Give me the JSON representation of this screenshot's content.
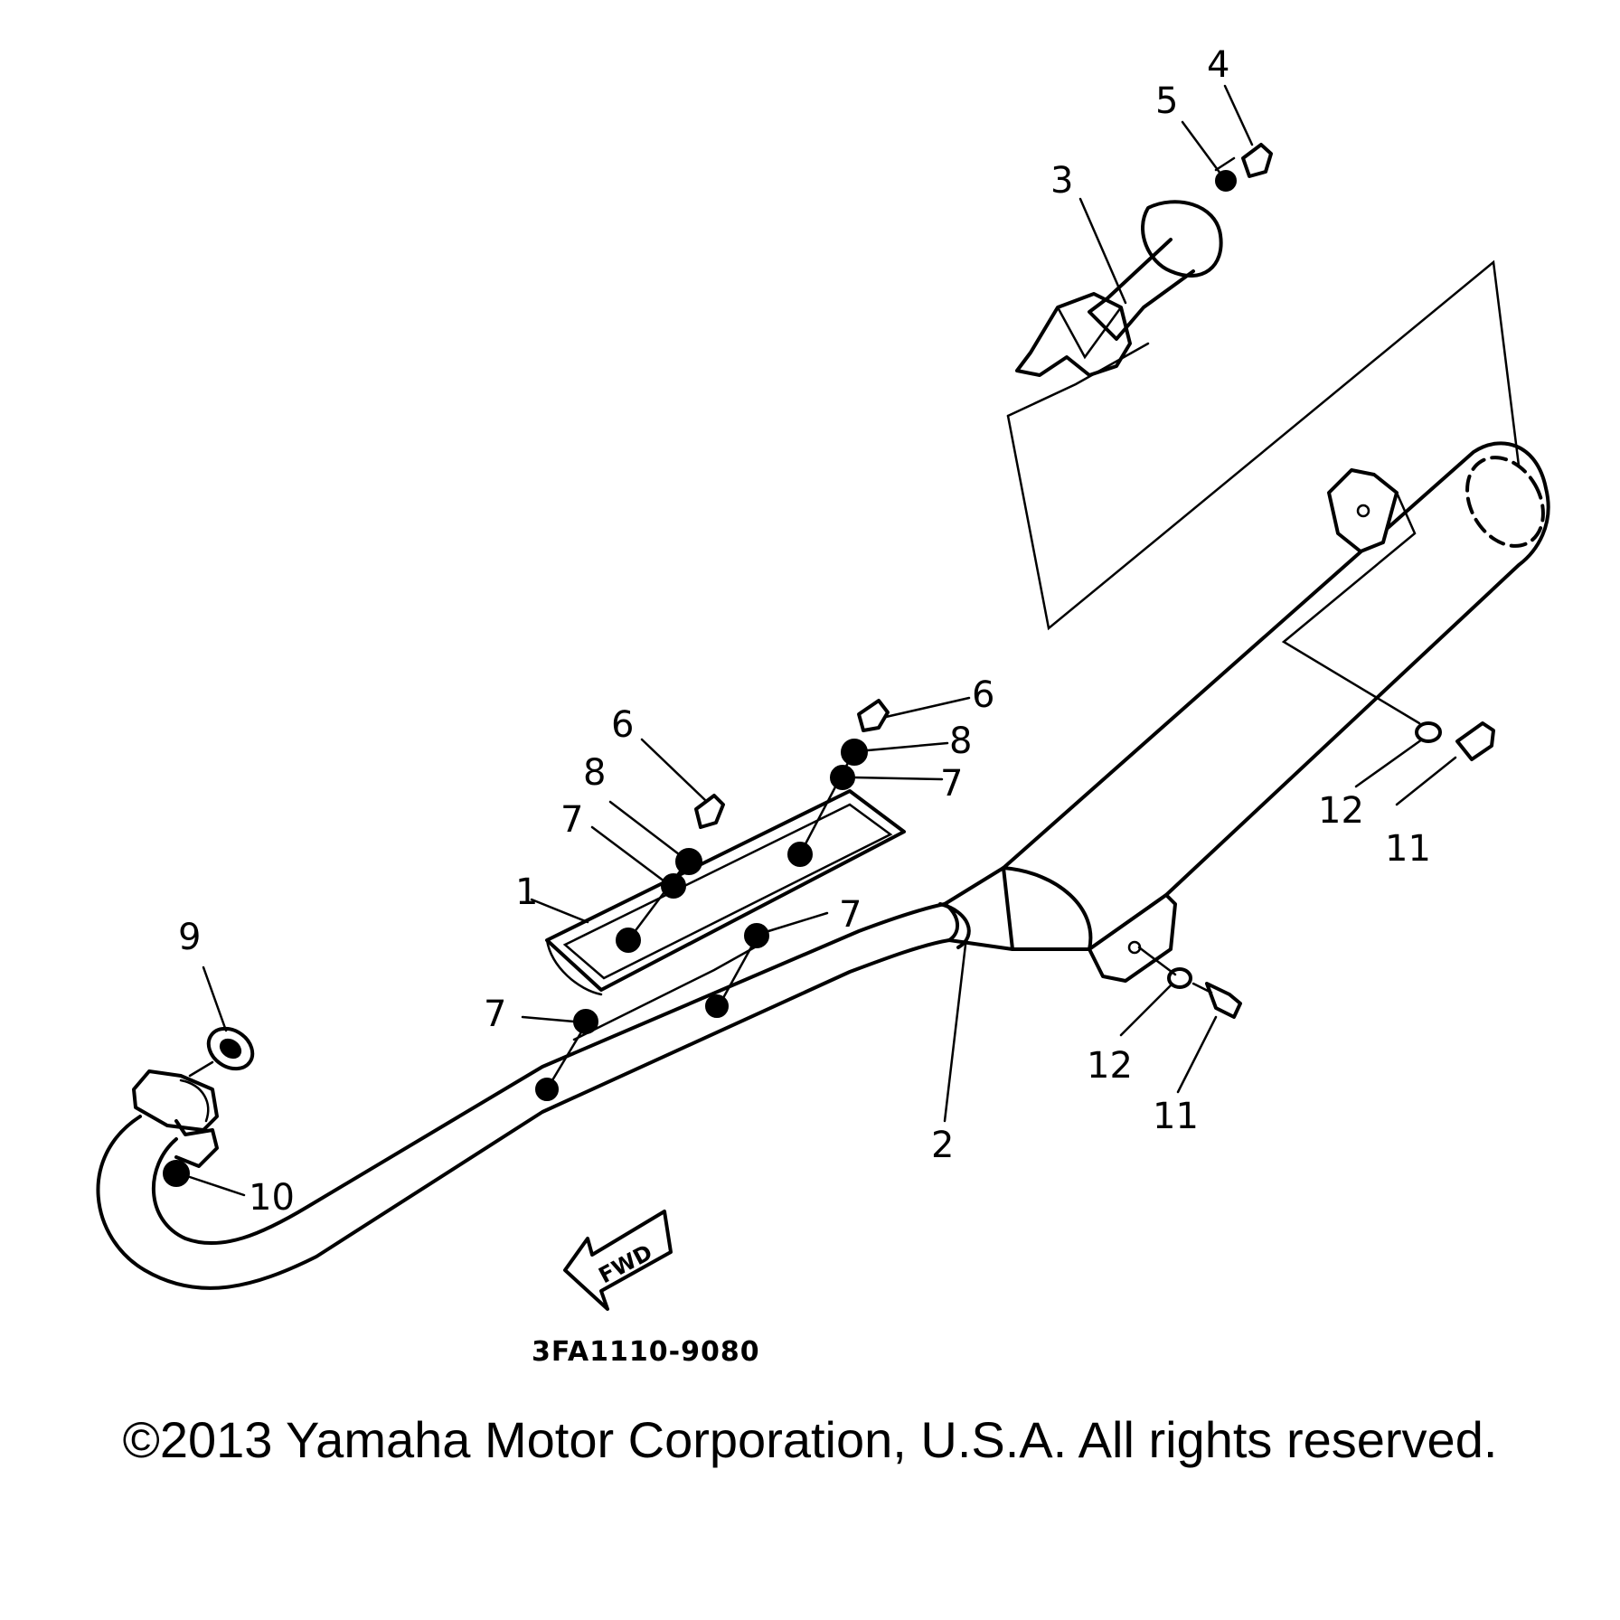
{
  "callouts": [
    {
      "id": "c1",
      "label": "1"
    },
    {
      "id": "c2",
      "label": "2"
    },
    {
      "id": "c3",
      "label": "3"
    },
    {
      "id": "c4",
      "label": "4"
    },
    {
      "id": "c5",
      "label": "5"
    },
    {
      "id": "c6a",
      "label": "6"
    },
    {
      "id": "c6b",
      "label": "6"
    },
    {
      "id": "c7a",
      "label": "7"
    },
    {
      "id": "c7b",
      "label": "7"
    },
    {
      "id": "c7c",
      "label": "7"
    },
    {
      "id": "c7d",
      "label": "7"
    },
    {
      "id": "c8a",
      "label": "8"
    },
    {
      "id": "c8b",
      "label": "8"
    },
    {
      "id": "c9",
      "label": "9"
    },
    {
      "id": "c10",
      "label": "10"
    },
    {
      "id": "c11a",
      "label": "11"
    },
    {
      "id": "c11b",
      "label": "11"
    },
    {
      "id": "c12a",
      "label": "12"
    },
    {
      "id": "c12b",
      "label": "12"
    }
  ],
  "fwd_arrow_label": "FWD",
  "drawing_code": "3FA1110-9080",
  "copyright": "©2013 Yamaha Motor Corporation, U.S.A. All rights reserved."
}
